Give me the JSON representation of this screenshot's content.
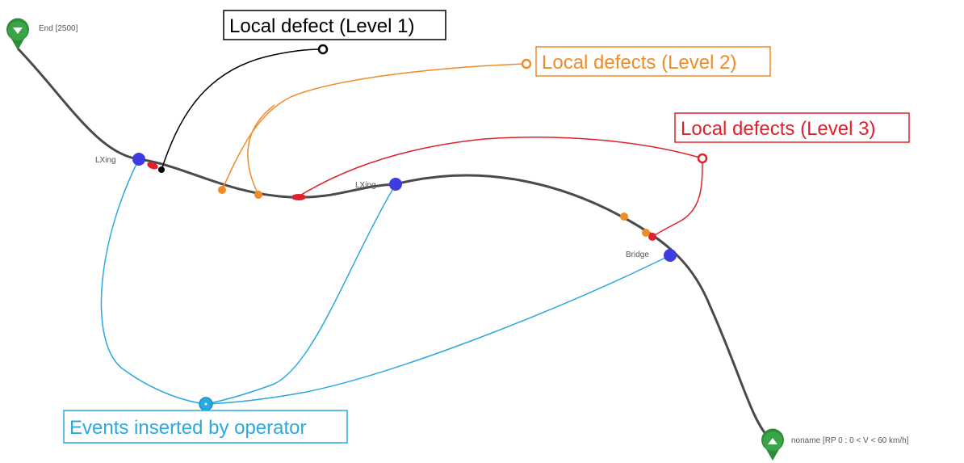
{
  "markers": {
    "end": {
      "label": "End [2500]"
    },
    "start": {
      "label": "noname [RP 0 : 0 < V <  60 km/h]"
    }
  },
  "events": {
    "lxing1": {
      "label": "LXing"
    },
    "lxing2": {
      "label": "LXing"
    },
    "bridge": {
      "label": "Bridge"
    }
  },
  "callouts": {
    "level1": {
      "text": "Local defect (Level 1)",
      "color": "#000000"
    },
    "level2": {
      "text": "Local defects (Level 2)",
      "color": "#f08c28"
    },
    "level3": {
      "text": "Local defects (Level 3)",
      "color": "#e0202a"
    },
    "operator": {
      "text": "Events inserted by operator",
      "color": "#2aa8e0"
    }
  },
  "colors": {
    "track": "#4a4a4a",
    "event_node": "#3c3ce0",
    "marker": "#2e8b3a",
    "level1": "#000000",
    "level2": "#f08c28",
    "level3": "#e0202a",
    "operator": "#2aa8e0"
  }
}
